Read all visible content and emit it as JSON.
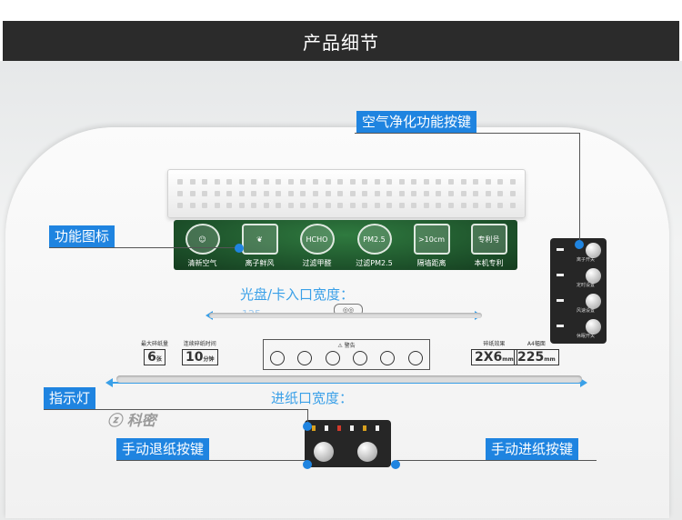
{
  "header": {
    "title": "产品细节"
  },
  "callouts": {
    "air_purify_button": "空气净化功能按键",
    "function_icons": "功能图标",
    "indicator_light": "指示灯",
    "manual_reverse_button": "手动退纸按键",
    "manual_forward_button": "手动进纸按键"
  },
  "labels": {
    "cd_card_slot_width": "光盘/卡入口宽度：",
    "cd_width_value": "125",
    "paper_slot_width": "进纸口宽度："
  },
  "function_panel": {
    "items": [
      {
        "icon": "smile-face-icon",
        "label": "清新空气"
      },
      {
        "icon": "ion-plant-icon",
        "label": "离子鲜风"
      },
      {
        "icon": "hcho-icon",
        "glyph": "HCHO",
        "label": "过滤甲醛"
      },
      {
        "icon": "pm25-icon",
        "glyph": "PM2.5",
        "label": "过滤PM2.5"
      },
      {
        "icon": "distance-icon",
        "glyph": ">10cm",
        "label": "隔墙距离"
      },
      {
        "icon": "patent-icon",
        "glyph": "专利号",
        "label": "本机专利"
      }
    ]
  },
  "control_panel": {
    "buttons": [
      "离子开关",
      "定时设置",
      "风速设置",
      "休眠开关"
    ]
  },
  "specs": {
    "sheets": {
      "label": "最大碎纸量",
      "value": "6",
      "unit": "张"
    },
    "time": {
      "label": "连续碎纸时间",
      "value": "10",
      "unit": "分钟"
    },
    "cut": {
      "label": "碎纸效果",
      "value": "2X6",
      "unit": "mm"
    },
    "width": {
      "label": "A4幅面",
      "value": "225",
      "unit": "mm"
    }
  },
  "warning": {
    "title": "警告"
  },
  "brand": {
    "logo": "科密"
  },
  "colors": {
    "accent": "#1f84e0",
    "header_bg": "#2b2b2b",
    "panel_green": "#1c4f29"
  }
}
